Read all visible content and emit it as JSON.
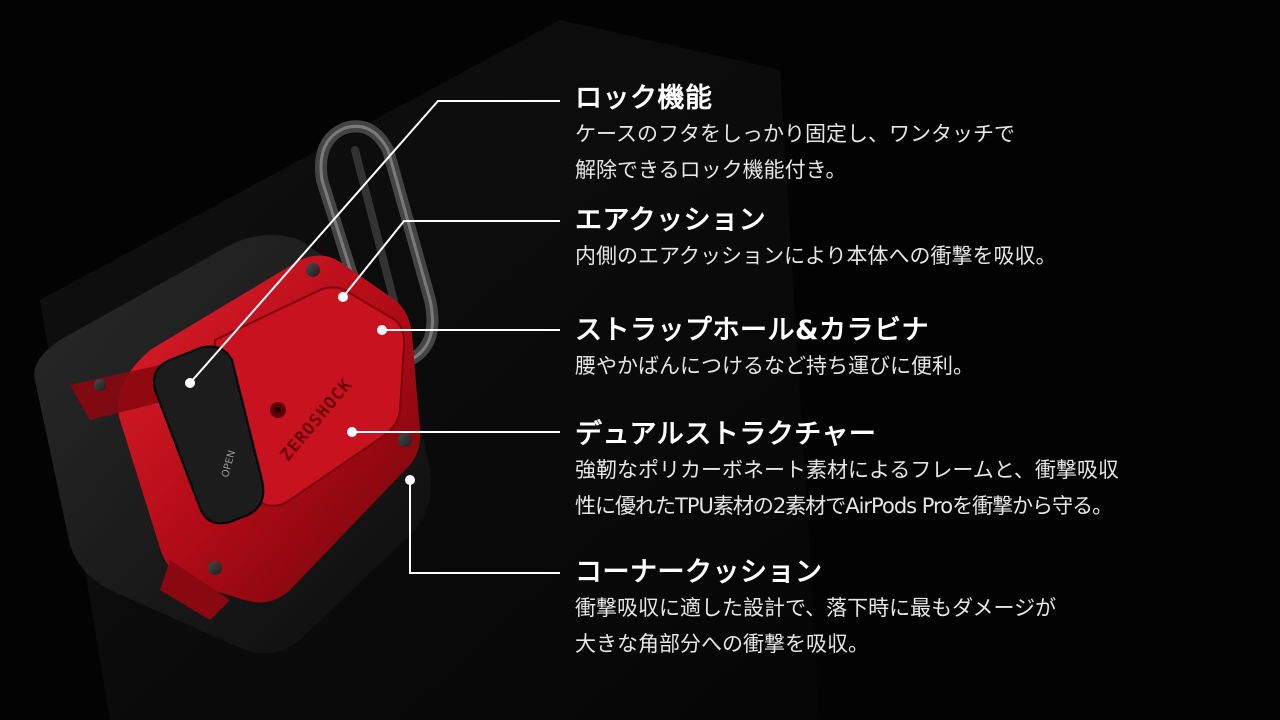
{
  "features": [
    {
      "title": "ロック機能",
      "lines": [
        "ケースのフタをしっかり固定し、ワンタッチで",
        "解除できるロック機能付き。"
      ]
    },
    {
      "title": "エアクッション",
      "lines": [
        "内側のエアクッションにより本体への衝撃を吸収。"
      ]
    },
    {
      "title": "ストラップホール&カラビナ",
      "lines": [
        "腰やかばんにつけるなど持ち運びに便利。"
      ]
    },
    {
      "title": "デュアルストラクチャー",
      "lines": [
        "強靭なポリカーボネート素材によるフレームと、衝撃吸収",
        "性に優れたTPU素材の2素材でAirPods Proを衝撃から守る。"
      ]
    },
    {
      "title": "コーナークッション",
      "lines": [
        "衝撃吸収に適した設計で、落下時に最もダメージが",
        "大きな角部分への衝撃を吸収。"
      ]
    }
  ],
  "product": {
    "brand_text": "ZEROSHOCK",
    "button_text": "OPEN"
  },
  "colors": {
    "background": "#030303",
    "case_red": "#c4101c",
    "case_black": "#1a1a1a",
    "text": "#ffffff",
    "leader_line": "#ffffff"
  }
}
